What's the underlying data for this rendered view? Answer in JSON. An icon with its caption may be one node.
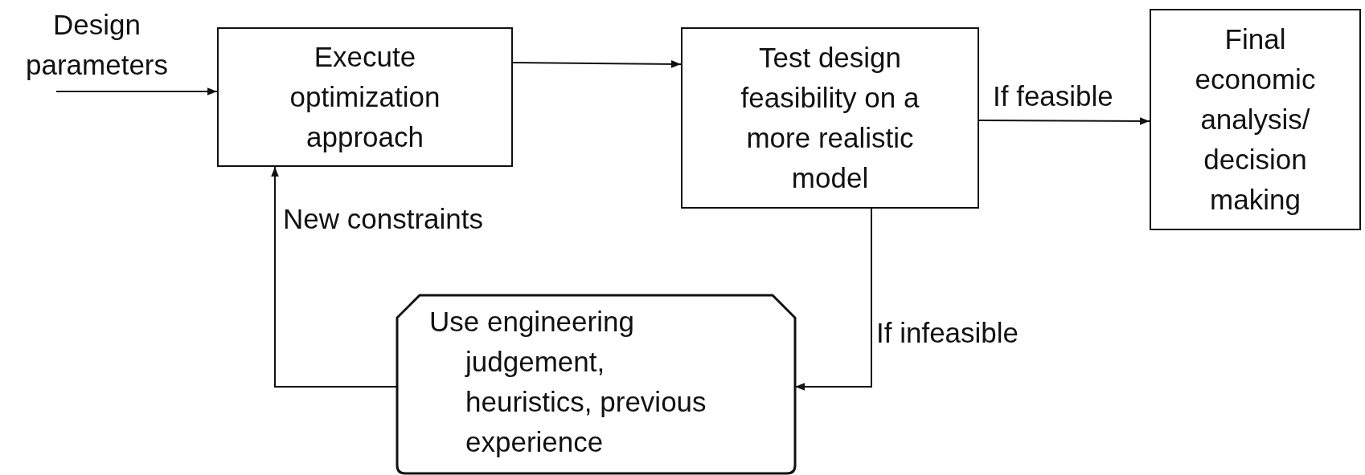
{
  "diagram": {
    "nodes": [
      {
        "text": [
          "Design parameters"
        ]
      },
      {
        "text": [
          "Execute optimization approach"
        ]
      },
      {
        "text": [
          "Test design feasibility on a more realistic model"
        ]
      },
      {
        "text": [
          "Final economic analysis/ decision making"
        ]
      },
      {
        "text": [
          "Use engineering judgement, heuristics, previous experience"
        ]
      }
    ],
    "edges": [
      {
        "from": 0,
        "to": 1,
        "arrow": "to"
      },
      {
        "from": 1,
        "to": 2,
        "arrow": "to"
      },
      {
        "from": 2,
        "to": 3,
        "arrow": "to",
        "label": "If feasible"
      },
      {
        "from": 2,
        "to": 4,
        "arrow": "to",
        "label": "If infeasible"
      },
      {
        "from": 4,
        "to": 1,
        "arrow": "to",
        "label": "New constraints"
      }
    ]
  }
}
